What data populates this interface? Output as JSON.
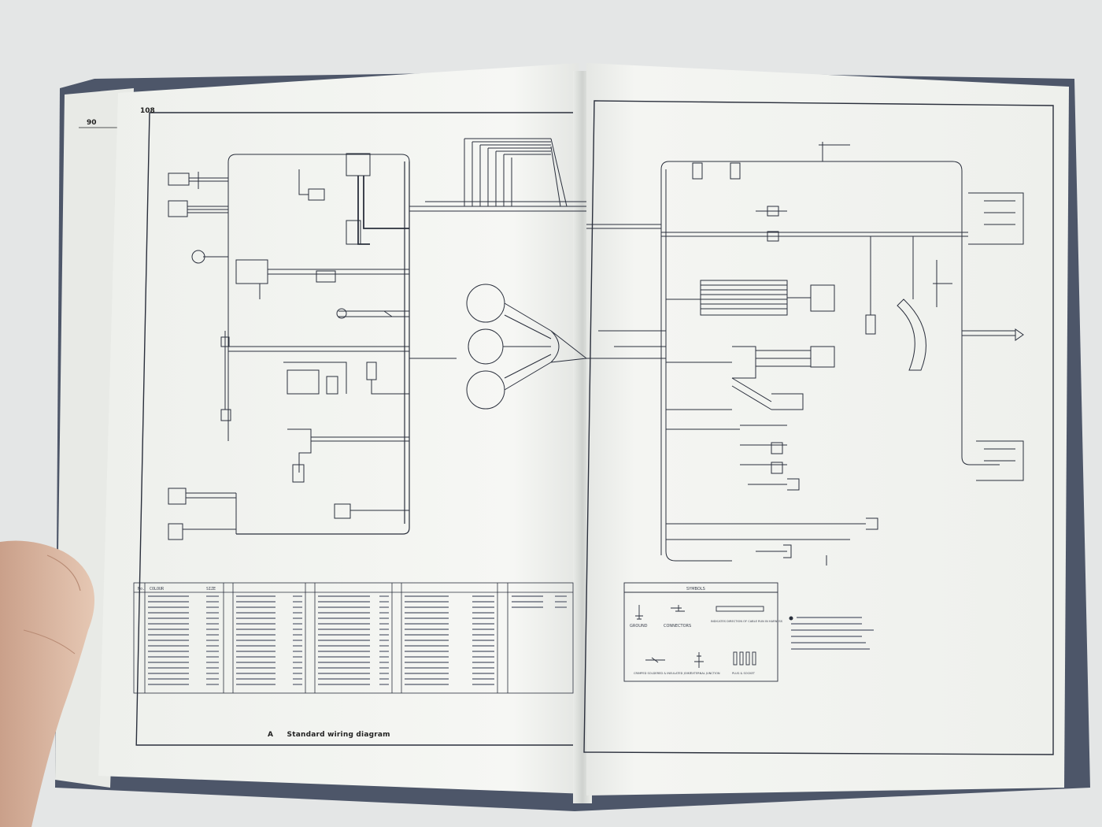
{
  "book": {
    "underlying_page_number": "90",
    "left_page_number": "108",
    "caption_letter": "A",
    "caption_title": "Standard wiring diagram",
    "symbols_heading": "SYMBOLS",
    "symbols": [
      {
        "icon": "ground-icon",
        "label": "GROUND"
      },
      {
        "icon": "connector-icon",
        "label": "CONNECTORS"
      },
      {
        "icon": "cable-run-icon",
        "label": "INDICATES DIRECTION OF CABLE RUN IN HARNESS"
      },
      {
        "icon": "crimped-joint-icon",
        "label": "CRIMPED SOLDERED & INSULATED JOINT"
      },
      {
        "icon": "external-junction-icon",
        "label": "EXTERNAL JUNCTION"
      },
      {
        "icon": "plug-socket-icon",
        "label": "PLUG & SOCKET"
      }
    ],
    "table_headers": [
      "No.",
      "COLOUR",
      "SIZE"
    ]
  },
  "colors": {
    "paper": "#f3f4f1",
    "ink": "#2a2f3c",
    "cover": "#4d5669",
    "background": "#e4e6e6"
  }
}
